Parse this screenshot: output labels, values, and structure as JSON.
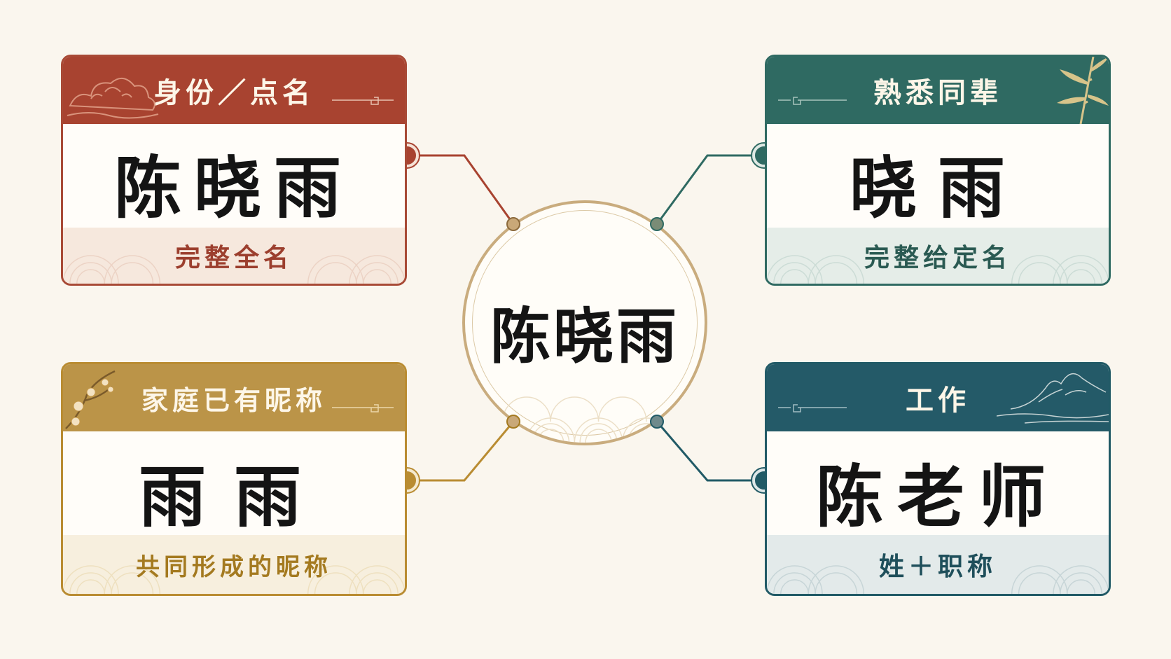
{
  "center": {
    "name": "陈晓雨"
  },
  "colors": {
    "background": "#faf6ee",
    "red": "#a84330",
    "green": "#2f6a62",
    "gold": "#bb9448",
    "teal": "#245a68"
  },
  "cards": [
    {
      "position": "top-left",
      "header": "身份／点名",
      "name": "陈晓雨",
      "footer": "完整全名",
      "decoration_icon": "cloud-icon",
      "color": "#a84330"
    },
    {
      "position": "top-right",
      "header": "熟悉同辈",
      "name": "晓雨",
      "footer": "完整给定名",
      "decoration_icon": "bamboo-icon",
      "color": "#2f6a62"
    },
    {
      "position": "bottom-left",
      "header": "家庭已有昵称",
      "name": "雨雨",
      "footer": "共同形成的昵称",
      "decoration_icon": "plum-blossom-icon",
      "color": "#bb9448"
    },
    {
      "position": "bottom-right",
      "header": "工作",
      "name": "陈老师",
      "footer": "姓＋职称",
      "decoration_icon": "mountain-icon",
      "color": "#245a68"
    }
  ]
}
